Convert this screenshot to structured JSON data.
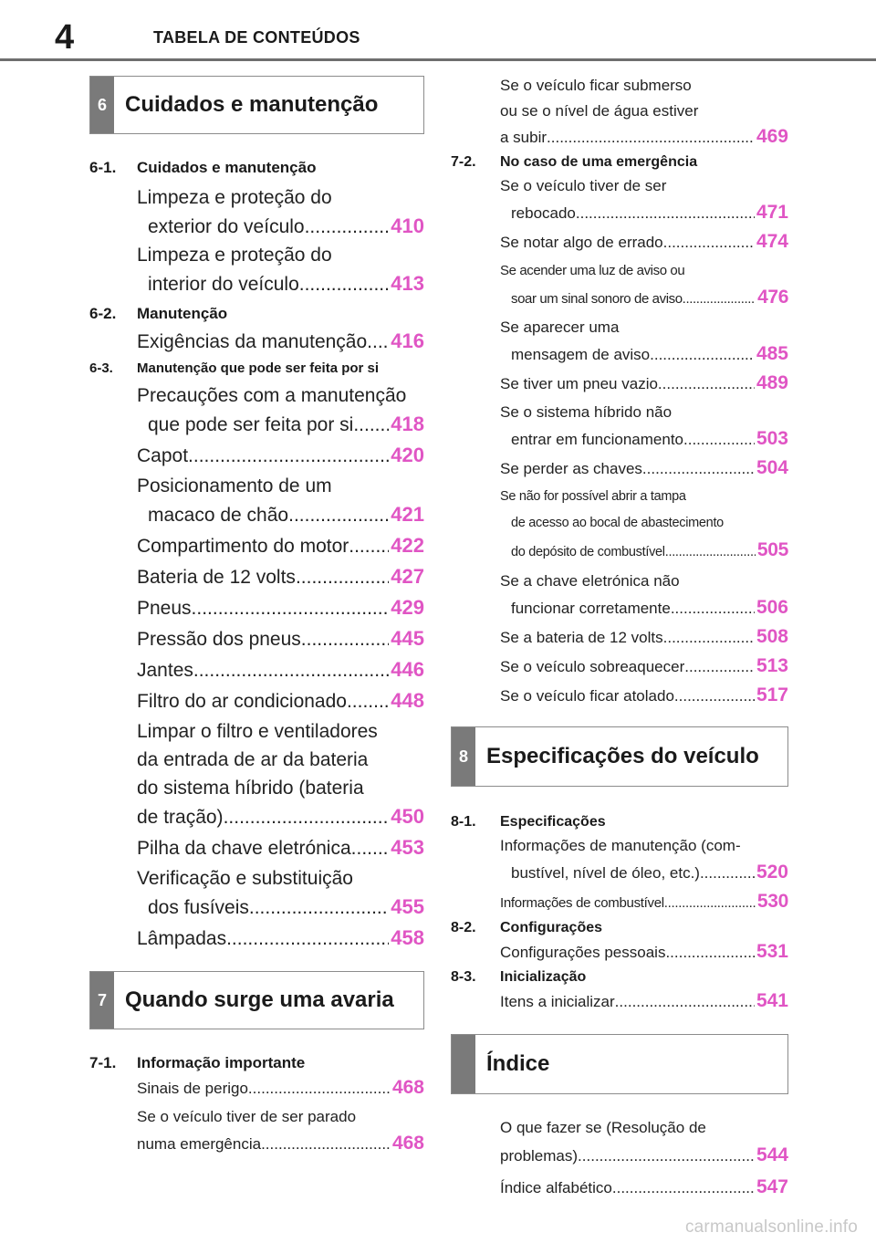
{
  "header": {
    "page_number": "4",
    "title": "TABELA DE CONTEÚDOS"
  },
  "left": {
    "box6": {
      "num": "6",
      "title": "Cuidados e manutenção"
    },
    "s61": {
      "num": "6-1.",
      "title": "Cuidados e manutenção"
    },
    "s61_e1": {
      "l1": "Limpeza e proteção do",
      "l2": "exterior do veículo",
      "page": "410"
    },
    "s61_e2": {
      "l1": "Limpeza e proteção do",
      "l2": "interior do veículo",
      "page": "413"
    },
    "s62": {
      "num": "6-2.",
      "title": "Manutenção"
    },
    "s62_e1": {
      "l1": "Exigências da manutenção",
      "page": "416"
    },
    "s63": {
      "num": "6-3.",
      "title": "Manutenção que pode ser feita por si"
    },
    "s63_e1": {
      "l1": "Precauções com a manutenção",
      "l2": "que pode ser feita por si",
      "page": "418"
    },
    "s63_e2": {
      "l1": "Capot",
      "page": "420"
    },
    "s63_e3": {
      "l1": "Posicionamento de um",
      "l2": "macaco de chão",
      "page": "421"
    },
    "s63_e4": {
      "l1": "Compartimento do motor",
      "page": "422"
    },
    "s63_e5": {
      "l1": "Bateria de 12 volts",
      "page": "427"
    },
    "s63_e6": {
      "l1": "Pneus",
      "page": "429"
    },
    "s63_e7": {
      "l1": "Pressão dos pneus",
      "page": "445"
    },
    "s63_e8": {
      "l1": "Jantes",
      "page": "446"
    },
    "s63_e9": {
      "l1": "Filtro do ar condicionado",
      "page": "448"
    },
    "s63_e10": {
      "l1": "Limpar o filtro e ventiladores",
      "l2": "da entrada de ar da bateria",
      "l3": "do sistema híbrido (bateria",
      "l4": "de tração)",
      "page": "450"
    },
    "s63_e11": {
      "l1": "Pilha da chave eletrónica",
      "page": "453"
    },
    "s63_e12": {
      "l1": "Verificação e substituição",
      "l2": "dos fusíveis",
      "page": "455"
    },
    "s63_e13": {
      "l1": "Lâmpadas",
      "page": "458"
    },
    "box7": {
      "num": "7",
      "title": "Quando surge uma avaria"
    },
    "s71": {
      "num": "7-1.",
      "title": "Informação importante"
    },
    "s71_e1": {
      "l1": "Sinais de perigo",
      "page": "468"
    },
    "s71_e2": {
      "l1": "Se o veículo tiver de ser parado",
      "l2": "numa emergência",
      "page": "468"
    }
  },
  "right": {
    "s71_e3": {
      "l1": "Se o veículo ficar submerso",
      "l2": "ou se o nível de água estiver",
      "l3": "a subir",
      "page": "469"
    },
    "s72": {
      "num": "7-2.",
      "title": "No caso de uma emergência"
    },
    "s72_e1": {
      "l1": "Se o veículo tiver de ser",
      "l2": "rebocado",
      "page": "471"
    },
    "s72_e2": {
      "l1": "Se notar algo de errado",
      "page": "474"
    },
    "s72_e3": {
      "l1": "Se acender uma luz de aviso ou",
      "l2": "soar um sinal sonoro de aviso",
      "page": "476"
    },
    "s72_e4": {
      "l1": "Se aparecer uma",
      "l2": "mensagem de aviso",
      "page": "485"
    },
    "s72_e5": {
      "l1": "Se tiver um pneu vazio",
      "page": "489"
    },
    "s72_e6": {
      "l1": "Se o sistema híbrido não",
      "l2": "entrar em funcionamento",
      "page": "503"
    },
    "s72_e7": {
      "l1": "Se perder as chaves",
      "page": "504"
    },
    "s72_e8": {
      "l1": "Se não for possível abrir a tampa",
      "l2": "de acesso ao bocal de abastecimento",
      "l3": "do depósito de combustível",
      "page": "505"
    },
    "s72_e9": {
      "l1": "Se a chave eletrónica não",
      "l2": "funcionar corretamente",
      "page": "506"
    },
    "s72_e10": {
      "l1": "Se a bateria de 12 volts",
      "page": "508"
    },
    "s72_e11": {
      "l1": "Se o veículo sobreaquecer",
      "page": "513"
    },
    "s72_e12": {
      "l1": "Se o veículo ficar atolado",
      "page": "517"
    },
    "box8": {
      "num": "8",
      "title": "Especificações do veículo"
    },
    "s81": {
      "num": "8-1.",
      "title": "Especificações"
    },
    "s81_e1": {
      "l1": "Informações de manutenção (com-",
      "l2": "bustível, nível de óleo, etc.)",
      "page": "520"
    },
    "s81_e2": {
      "l1": "Informações de combustível",
      "page": "530"
    },
    "s82": {
      "num": "8-2.",
      "title": "Configurações"
    },
    "s82_e1": {
      "l1": "Configurações pessoais",
      "page": "531"
    },
    "s83": {
      "num": "8-3.",
      "title": "Inicialização"
    },
    "s83_e1": {
      "l1": "Itens a inicializar",
      "page": "541"
    },
    "boxIdx": {
      "num": "",
      "title": "Índice"
    },
    "idx_e1": {
      "l1": "O que fazer se (Resolução de",
      "l2": "problemas)",
      "page": "544"
    },
    "idx_e2": {
      "l1": "Índice alfabético",
      "page": "547"
    }
  },
  "footer": {
    "watermark": "carmanualsonline.info"
  }
}
